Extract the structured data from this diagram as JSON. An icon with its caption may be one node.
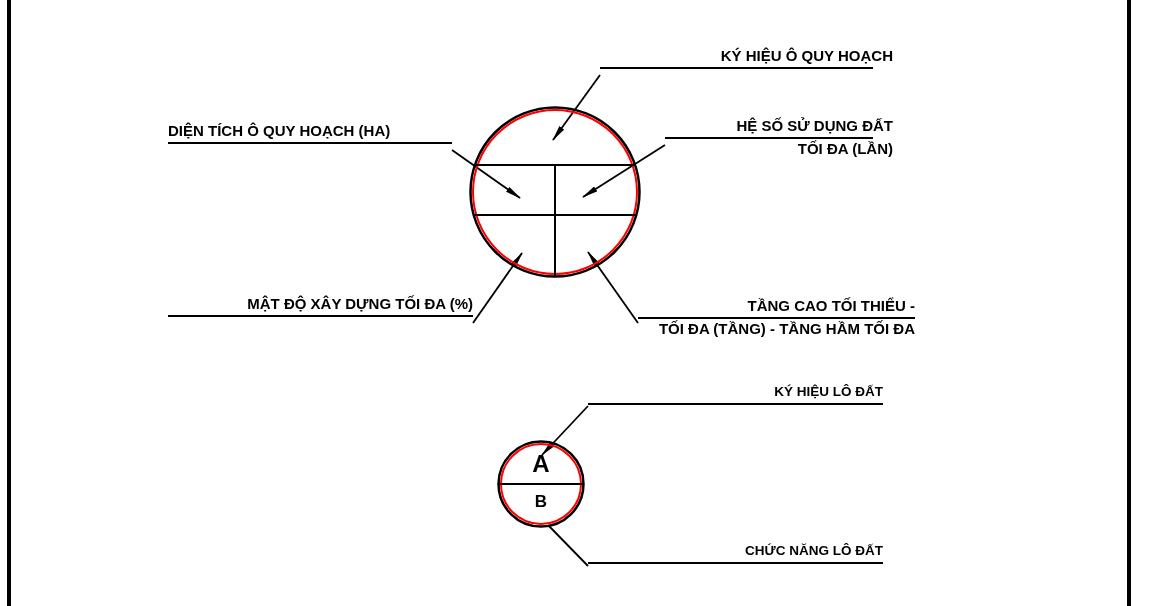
{
  "diagram": {
    "nodes": [
      {
        "text": [
          "KÝ HIỆU Ô QUY HOẠCH"
        ]
      },
      {
        "text": [
          "DIỆN TÍCH Ô QUY HOẠCH (HA)"
        ]
      },
      {
        "text": [
          "HỆ SỐ SỬ DỤNG ĐẤT",
          "TỐI ĐA (LẦN)"
        ]
      },
      {
        "text": [],
        "shape": "circle"
      },
      {
        "text": [
          "MẬT ĐỘ XÂY DỰNG TỐI ĐA (%)"
        ]
      },
      {
        "text": [
          "TẦNG CAO TỐI THIỂU -",
          "TỐI ĐA (TẦNG) - TẦNG HẦM TỐI ĐA"
        ]
      },
      {
        "text": [
          "KÝ HIỆU LÔ ĐẤT"
        ]
      },
      {
        "text": [
          "A",
          "B"
        ]
      },
      {
        "text": [
          "CHỨC NĂNG LÔ ĐẤT"
        ]
      }
    ],
    "edges": [
      {
        "from": 0,
        "to": 3,
        "arrow": "to"
      },
      {
        "from": 1,
        "to": 3,
        "arrow": "to"
      },
      {
        "from": 2,
        "to": 3,
        "arrow": "to"
      },
      {
        "from": 4,
        "to": 3,
        "arrow": "to"
      },
      {
        "from": 5,
        "to": 3,
        "arrow": "to"
      },
      {
        "from": 6,
        "to": 7,
        "arrow": "to"
      },
      {
        "from": 8,
        "to": 7,
        "arrow": "none"
      }
    ]
  }
}
